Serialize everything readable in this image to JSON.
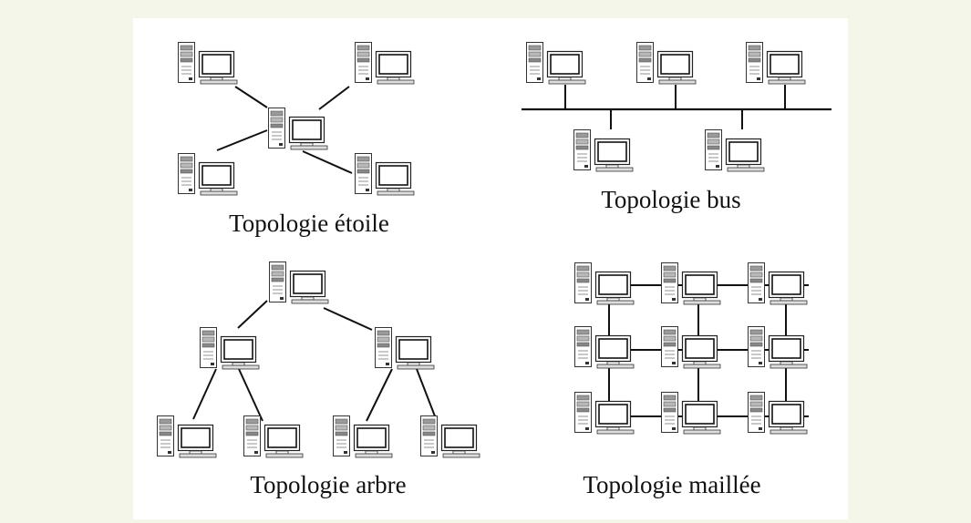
{
  "captions": {
    "star": "Topologie étoile",
    "bus": "Topologie bus",
    "tree": "Topologie arbre",
    "mesh": "Topologie maillée"
  },
  "colors": {
    "background": "#f4f6ea",
    "panel": "#ffffff",
    "line": "#111111"
  },
  "icons": {
    "computer": "desktop-computer-icon"
  }
}
